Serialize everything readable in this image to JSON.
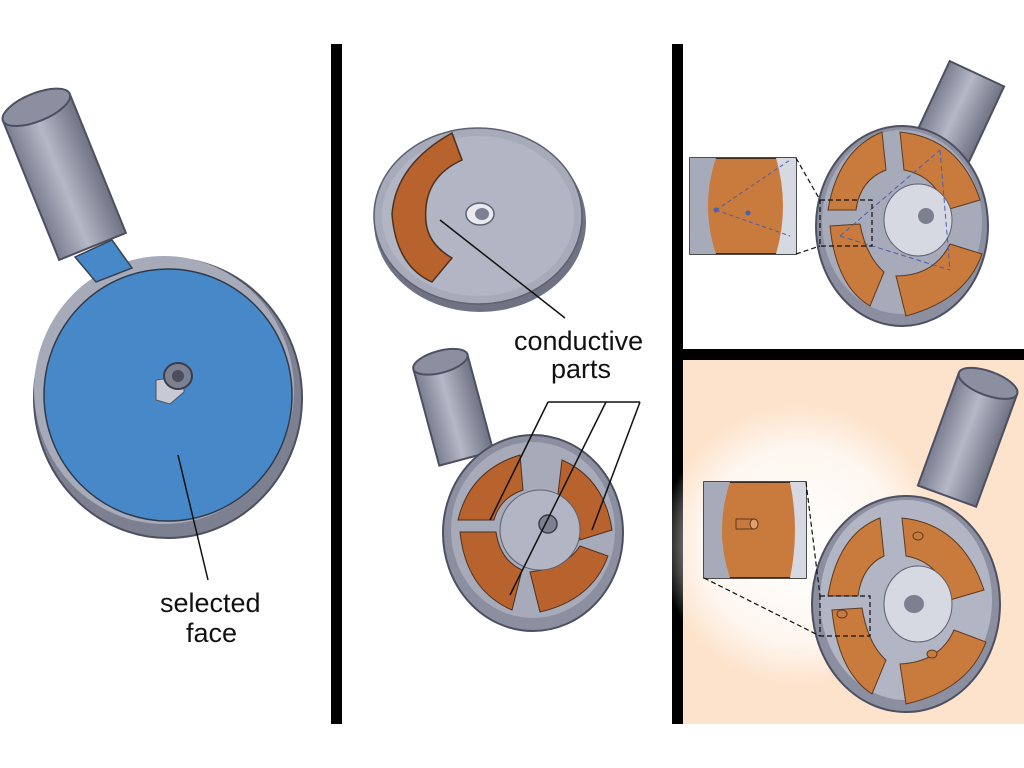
{
  "labels": {
    "selected_line1": "selected",
    "selected_line2": "face",
    "conductive_line1": "conductive",
    "conductive_line2": "parts"
  },
  "colors": {
    "background": "#ffffff",
    "panel_highlight": "#fde3cc",
    "divider": "#000000",
    "part_grey": "#a7aab9",
    "part_grey_dark": "#6f7283",
    "part_grey_light": "#cfd1dc",
    "selected_blue": "#4789c8",
    "conductive_orange": "#b8622e",
    "conductive_orange_light": "#c97a3d",
    "sketch_blue": "#4a5fb0"
  },
  "icons": {
    "part_a": "blue-selected-part-icon",
    "part_b": "grey-disc-icon",
    "part_c": "three-sector-part-icon"
  }
}
